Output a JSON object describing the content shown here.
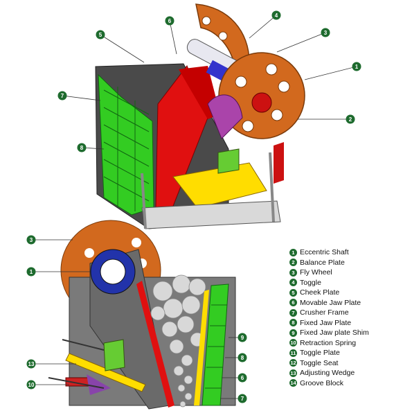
{
  "legend": [
    {
      "num": "1",
      "label": "Eccentric Shaft"
    },
    {
      "num": "2",
      "label": "Balance Plate"
    },
    {
      "num": "3",
      "label": "Fly Wheel"
    },
    {
      "num": "4",
      "label": "Toggle"
    },
    {
      "num": "5",
      "label": "Cheek Plate"
    },
    {
      "num": "6",
      "label": "Movable Jaw Plate"
    },
    {
      "num": "7",
      "label": "Crusher Frame"
    },
    {
      "num": "8",
      "label": "Fixed Jaw Plate"
    },
    {
      "num": "9",
      "label": "Fixed Jaw plate Shim"
    },
    {
      "num": "10",
      "label": "Retraction Spring"
    },
    {
      "num": "11",
      "label": "Toggle Plate"
    },
    {
      "num": "12",
      "label": "Toggle Seat"
    },
    {
      "num": "13",
      "label": "Adjusting Wedge"
    },
    {
      "num": "14",
      "label": "Groove Block"
    }
  ],
  "top_callouts": [
    "1",
    "2",
    "3",
    "4",
    "5",
    "6",
    "7",
    "8"
  ],
  "bottom_callouts": [
    "3",
    "1",
    "13",
    "10",
    "9",
    "8",
    "6",
    "7"
  ],
  "colors": {
    "callout_green": "#1e6b2e",
    "flywheel_orange": "#d2691e",
    "jaw_red": "#e01010",
    "plate_green": "#33cc22",
    "frame_gray": "#8a8a8a"
  }
}
